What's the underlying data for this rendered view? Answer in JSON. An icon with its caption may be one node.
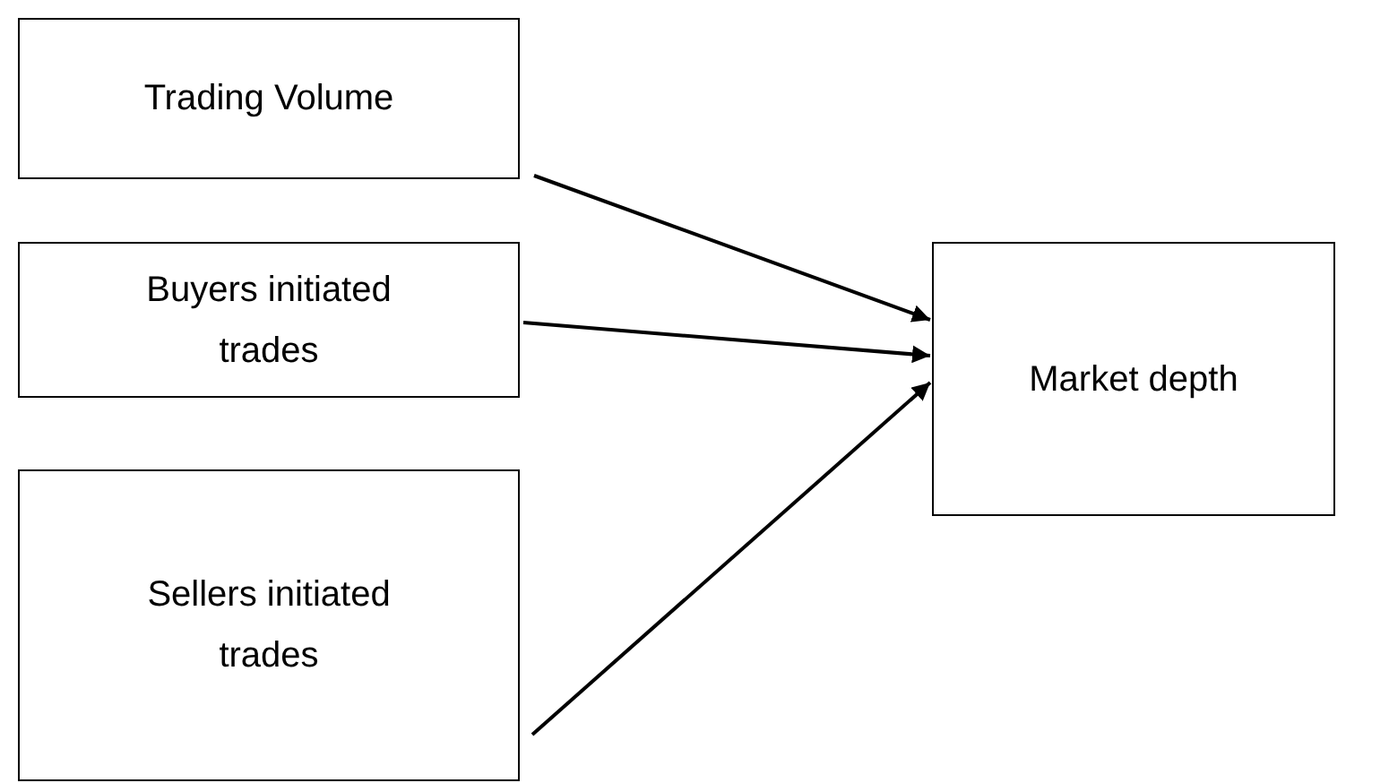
{
  "diagram": {
    "nodes": [
      {
        "text": [
          "Trading Volume"
        ]
      },
      {
        "text": [
          "Buyers initiated trades"
        ]
      },
      {
        "text": [
          "Sellers initiated trades"
        ]
      },
      {
        "text": [
          "Market depth"
        ]
      }
    ],
    "edges": [
      {
        "from": 0,
        "to": 3,
        "arrow": "to"
      },
      {
        "from": 1,
        "to": 3,
        "arrow": "to"
      },
      {
        "from": 2,
        "to": 3,
        "arrow": "to"
      }
    ]
  }
}
